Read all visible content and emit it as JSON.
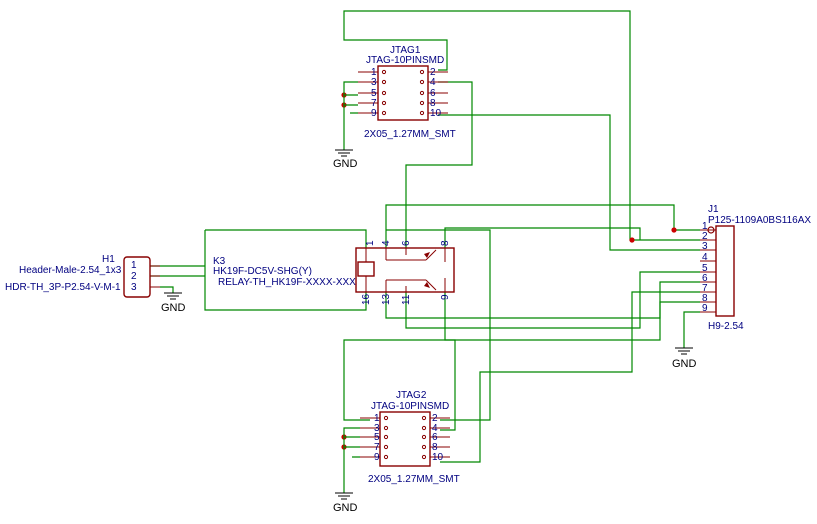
{
  "components": {
    "jtag1": {
      "ref": "JTAG1",
      "value": "JTAG-10PINSMD",
      "footprint": "2X05_1.27MM_SMT",
      "left_pins": [
        "1",
        "3",
        "5",
        "7",
        "9"
      ],
      "right_pins": [
        "2",
        "4",
        "6",
        "8",
        "10"
      ]
    },
    "jtag2": {
      "ref": "JTAG2",
      "value": "JTAG-10PINSMD",
      "footprint": "2X05_1.27MM_SMT",
      "left_pins": [
        "1",
        "3",
        "5",
        "7",
        "9"
      ],
      "right_pins": [
        "2",
        "4",
        "6",
        "8",
        "10"
      ]
    },
    "k3": {
      "ref": "K3",
      "value": "HK19F-DC5V-SHG(Y)",
      "footprint": "RELAY-TH_HK19F-XXXX-XXX",
      "pins": [
        "1",
        "4",
        "6",
        "8",
        "16",
        "13",
        "11",
        "9"
      ]
    },
    "h1": {
      "ref": "H1",
      "value": "Header-Male-2.54_1x3",
      "footprint": "HDR-TH_3P-P2.54-V-M-1",
      "pins": [
        "1",
        "2",
        "3"
      ]
    },
    "j1": {
      "ref": "J1",
      "value": "P125-1109A0BS116AX",
      "footprint": "H9-2.54",
      "pins": [
        "1",
        "2",
        "3",
        "4",
        "5",
        "6",
        "7",
        "8",
        "9"
      ]
    }
  },
  "gnd_labels": {
    "jtag1": "GND",
    "jtag2": "GND",
    "h1": "GND",
    "j1": "GND"
  },
  "colors": {
    "wire": "#008800",
    "part": "#880000",
    "text": "#000080",
    "junction": "#cc0000"
  }
}
